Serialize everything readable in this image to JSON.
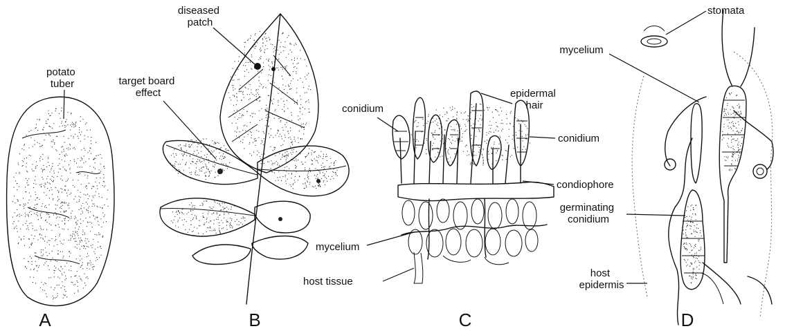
{
  "panels": {
    "a": {
      "letter": "A",
      "labels": {
        "potato_tuber": [
          "potato",
          "tuber"
        ]
      }
    },
    "b": {
      "letter": "B",
      "labels": {
        "diseased_patch": [
          "diseased",
          "patch"
        ],
        "target_board_effect": [
          "target board",
          "effect"
        ]
      }
    },
    "c": {
      "letter": "C",
      "labels": {
        "conidium_left": "conidium",
        "epidermal_hair": [
          "epidermal",
          "hair"
        ],
        "conidium_right": "conidium",
        "condiophore": "condiophore",
        "mycelium": "mycelium",
        "host_tissue": "host tissue"
      }
    },
    "d": {
      "letter": "D",
      "labels": {
        "stomata": "stomata",
        "mycelium": "mycelium",
        "germinating_conidium": [
          "germinating",
          "conidium"
        ],
        "host_epidermis": [
          "host",
          "epidermis"
        ]
      }
    }
  }
}
